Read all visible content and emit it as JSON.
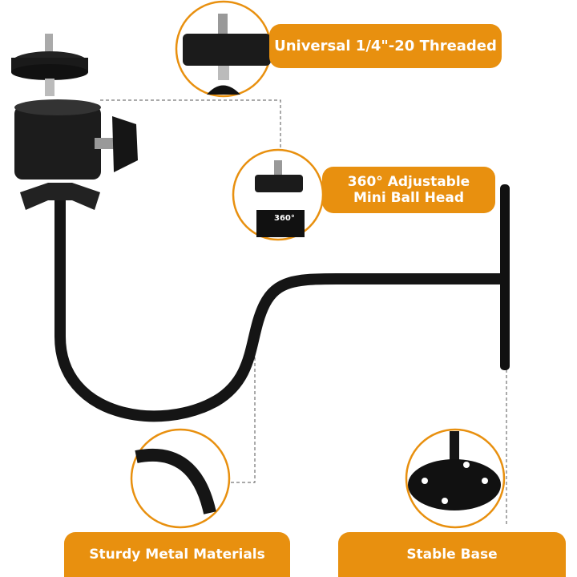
{
  "labels": {
    "threaded": "Universal 1/4\"-20 Threaded",
    "ball_head_line1": "360° Adjustable",
    "ball_head_line2": "Mini Ball Head",
    "metal": "Sturdy Metal Materials",
    "base": "Stable Base",
    "rotation_mark": "360°"
  },
  "colors": {
    "accent": "#E8900F",
    "metal": "#111111"
  }
}
